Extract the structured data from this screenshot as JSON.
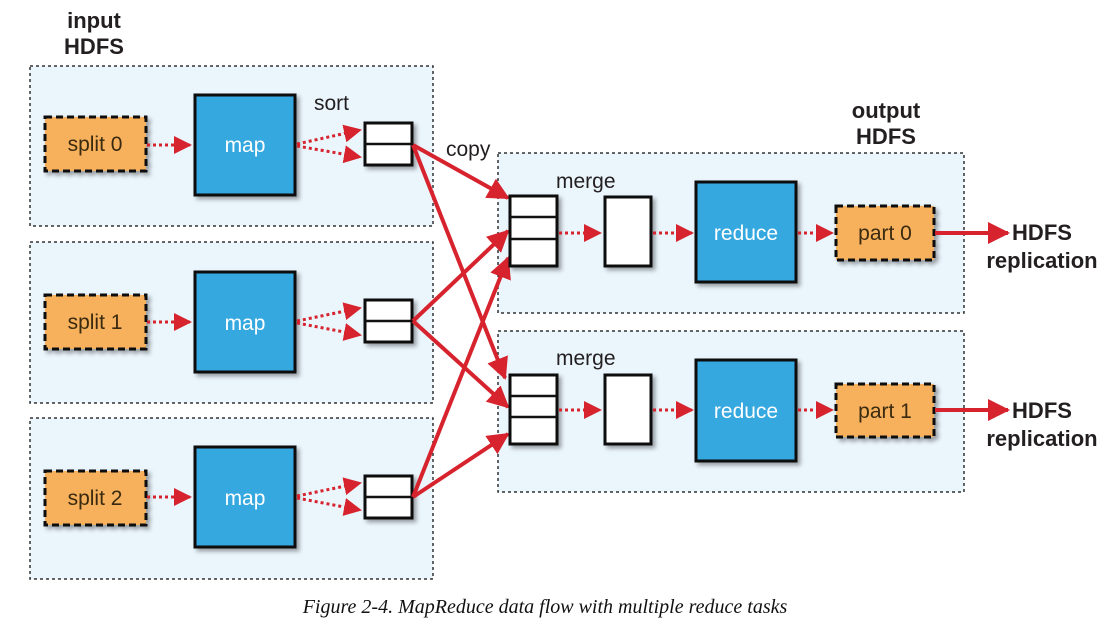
{
  "labels": {
    "input_hdfs": [
      "input",
      "HDFS"
    ],
    "output_hdfs": [
      "output",
      "HDFS"
    ],
    "sort": "sort",
    "copy": "copy",
    "merge": "merge",
    "hdfs_replication": [
      "HDFS",
      "replication"
    ]
  },
  "map_tasks": [
    {
      "split": "split 0",
      "task": "map"
    },
    {
      "split": "split 1",
      "task": "map"
    },
    {
      "split": "split 2",
      "task": "map"
    }
  ],
  "reduce_tasks": [
    {
      "merge_label": "merge",
      "task": "reduce",
      "output": "part 0",
      "replication": [
        "HDFS",
        "replication"
      ]
    },
    {
      "merge_label": "merge",
      "task": "reduce",
      "output": "part 1",
      "replication": [
        "HDFS",
        "replication"
      ]
    }
  ],
  "caption": "Figure 2-4. MapReduce data flow with multiple reduce tasks",
  "colors": {
    "container_bg": "#eaf5fc",
    "task_blue": "#35a8e0",
    "split_orange": "#f7b15c",
    "arrow_red": "#d7232e",
    "text_dark": "#231f20"
  }
}
